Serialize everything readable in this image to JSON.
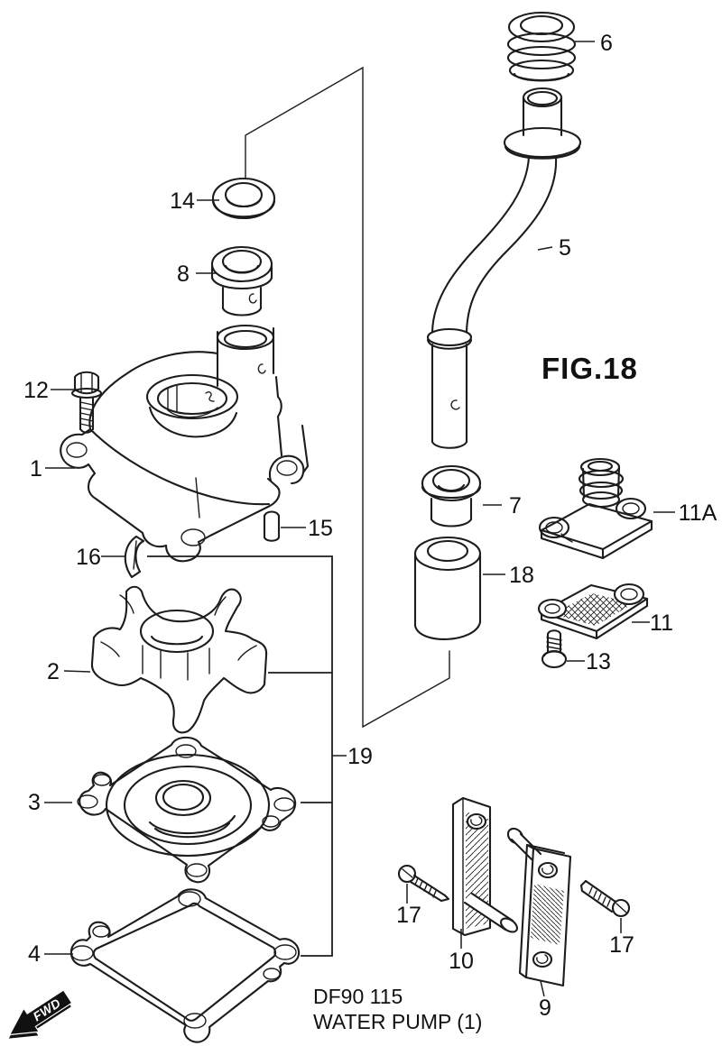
{
  "figure": {
    "fig_label": "FIG.18",
    "model_line": "DF90 115",
    "title_line": "WATER PUMP (1)",
    "fwd_badge": "FWD"
  },
  "palette": {
    "ink": "#1c1c1c",
    "background": "#ffffff"
  },
  "callouts": {
    "c1": "1",
    "c2": "2",
    "c3": "3",
    "c4": "4",
    "c5": "5",
    "c6": "6",
    "c7": "7",
    "c8": "8",
    "c9": "9",
    "c10": "10",
    "c11": "11",
    "c11a": "11A",
    "c12": "12",
    "c13": "13",
    "c14": "14",
    "c15": "15",
    "c16": "16",
    "c17a": "17",
    "c17b": "17",
    "c18": "18",
    "c19": "19"
  }
}
